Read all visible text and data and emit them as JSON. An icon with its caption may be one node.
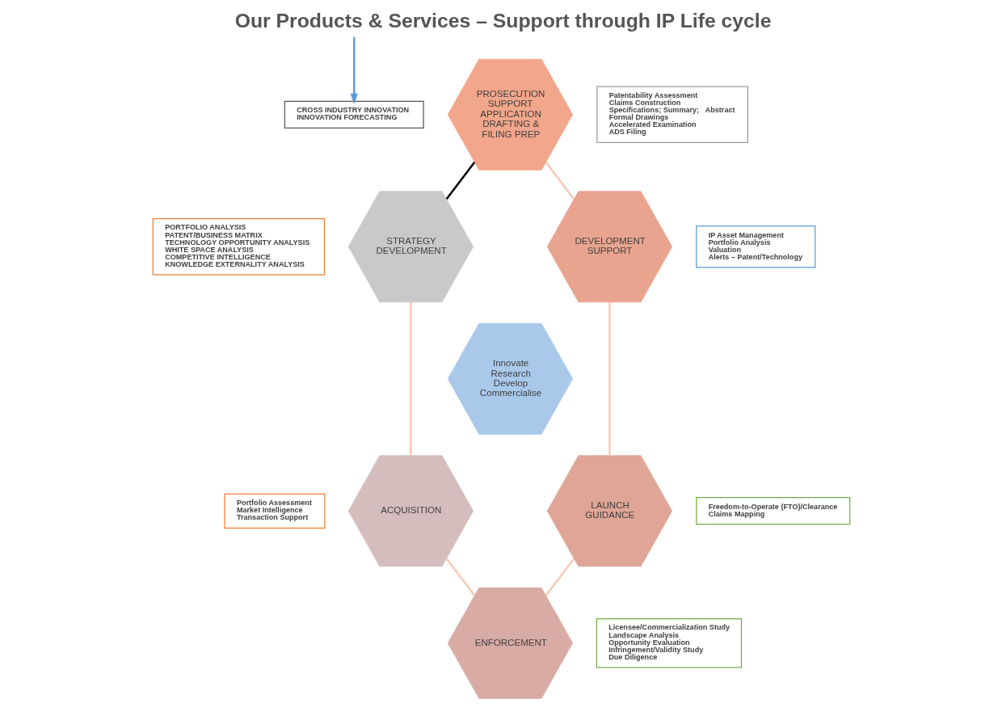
{
  "diagram": {
    "title": "Our Products & Services – Support through IP Life cycle",
    "nodes": [
      {
        "text": [
          "CROSS INDUSTRY INNOVATION",
          "INNOVATION FORECASTING"
        ]
      },
      {
        "text": [
          "PROSECUTION SUPPORT APPLICATION DRAFTING & FILING PREP"
        ]
      },
      {
        "text": [
          "Patentability Assessment",
          "Claims Construction",
          "Specifications; Summary;   Abstract",
          "Formal Drawings",
          "Accelerated Examination",
          "ADS Filing"
        ]
      },
      {
        "text": [
          "PORTFOLIO ANALYSIS",
          "PATENT/BUSINESS MATRIX",
          "TECHNOLOGY OPPORTUNITY ANALYSIS",
          "WHITE SPACE ANALYSIS",
          "COMPETITIVE INTELLIGENCE",
          "KNOWLEDGE EXTERNALITY ANALYSIS"
        ]
      },
      {
        "text": [
          "STRATEGY DEVELOPMENT"
        ]
      },
      {
        "text": [
          "DEVELOPMENT SUPPORT"
        ]
      },
      {
        "text": [
          "IP Asset Management",
          "Portfolio Analysis",
          "Valuation",
          "Alerts – Patent/Technology"
        ]
      },
      {
        "text": [
          "Innovate",
          "Research",
          "Develop",
          "Commercialise"
        ]
      },
      {
        "text": [
          "Portfolio Assessment",
          "Market Intelligence",
          "Transaction Support"
        ]
      },
      {
        "text": [
          "ACQUISITION"
        ]
      },
      {
        "text": [
          "LAUNCH GUIDANCE"
        ]
      },
      {
        "text": [
          "Freedom-to-Operate (FTO)/Clearance",
          "Claims Mapping"
        ]
      },
      {
        "text": [
          "ENFORCEMENT"
        ]
      },
      {
        "text": [
          "Licensee/Commercialization Study",
          "Landscape Analysis",
          "Opportunity Evaluation",
          "Infringement/Validity Study",
          "Due Diligence"
        ]
      }
    ],
    "edges": [
      {
        "from": 4,
        "to": 1,
        "arrow": "none",
        "color": "#000000"
      },
      {
        "from": null,
        "to": 0,
        "arrow": "to",
        "color": "#5b9bd5"
      },
      {
        "from": 1,
        "to": 5,
        "arrow": "none"
      },
      {
        "from": 5,
        "to": 10,
        "arrow": "none"
      },
      {
        "from": 10,
        "to": 12,
        "arrow": "none"
      },
      {
        "from": 12,
        "to": 9,
        "arrow": "none"
      },
      {
        "from": 9,
        "to": 4,
        "arrow": "none"
      }
    ]
  }
}
